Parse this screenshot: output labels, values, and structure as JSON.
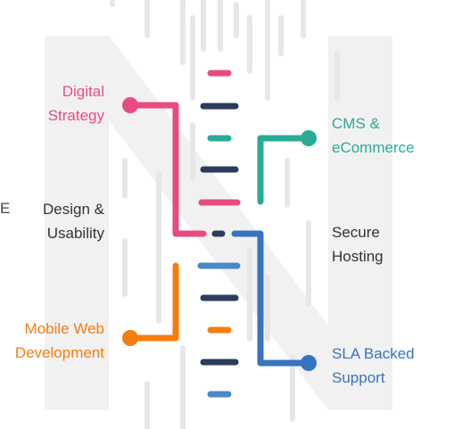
{
  "colors": {
    "pink": "#e84a84",
    "teal": "#2aab95",
    "navy": "#2b3c5d",
    "blue": "#3873c0",
    "orange": "#f47d0e",
    "lightblue": "#4a88c6",
    "dark_text": "#333333",
    "watermark": "#f0f0f0"
  },
  "left_labels": [
    {
      "id": "digital",
      "lines": [
        "Digital",
        "Strategy"
      ],
      "color": "#e84a84"
    },
    {
      "id": "design",
      "lines": [
        "Design &",
        "Usability"
      ],
      "color": "#333333"
    },
    {
      "id": "mobile",
      "lines": [
        "Mobile Web",
        "Development"
      ],
      "color": "#f47d0e"
    }
  ],
  "right_labels": [
    {
      "id": "cms",
      "lines": [
        "CMS &",
        "eCommerce"
      ],
      "color": "#2aab95"
    },
    {
      "id": "secure",
      "lines": [
        "Secure",
        "Hosting"
      ],
      "color": "#333333"
    },
    {
      "id": "sla",
      "lines": [
        "SLA Backed",
        "Support"
      ],
      "color": "#3873c0"
    }
  ],
  "edge_fragment": "E"
}
